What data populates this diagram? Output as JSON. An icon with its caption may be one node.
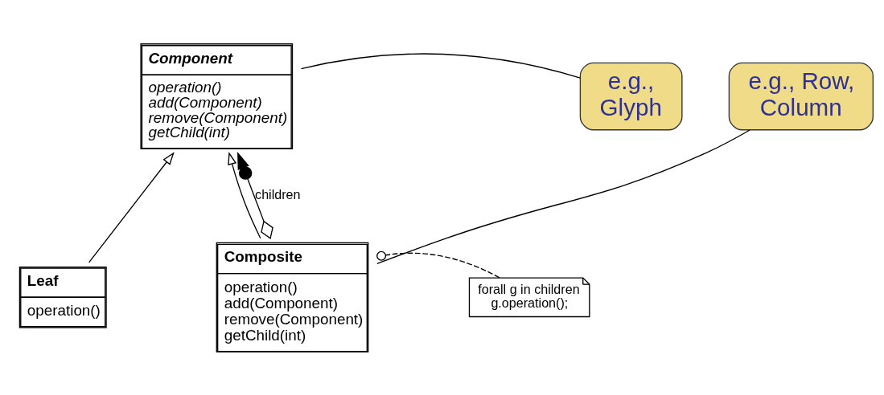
{
  "diagram": {
    "nodes": [
      {
        "text": [
          "Component",
          "operation() add(Component) remove(Component) getChild(int)"
        ]
      },
      {
        "text": [
          "Leaf",
          "operation()"
        ]
      },
      {
        "text": [
          "Composite",
          "operation() add(Component) remove(Component) getChild(int)"
        ]
      },
      {
        "text": [
          "e.g., Glyph"
        ]
      },
      {
        "text": [
          "e.g., Row, Column"
        ]
      },
      {
        "text": [
          "forall g in children g.operation();"
        ]
      }
    ],
    "edges": [
      {
        "from": 1,
        "to": 0,
        "arrow": "to"
      },
      {
        "from": 2,
        "to": 0,
        "arrow": "to"
      },
      {
        "from": 2,
        "to": 0,
        "arrow": "to",
        "label": "children"
      },
      {
        "from": 3,
        "to": 0,
        "arrow": "none"
      },
      {
        "from": 4,
        "to": 2,
        "arrow": "none"
      },
      {
        "from": 2,
        "to": 5,
        "arrow": "other",
        "style": "dashed"
      }
    ]
  }
}
